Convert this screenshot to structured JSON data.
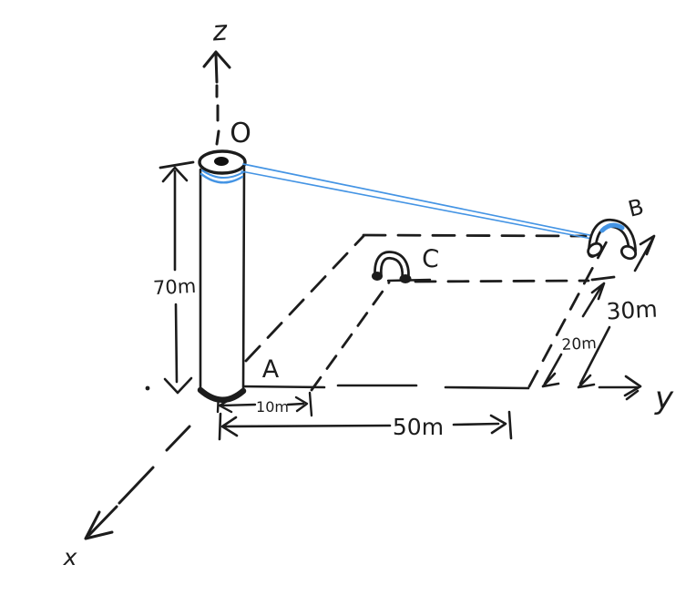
{
  "diagram": {
    "axes": {
      "z": "z",
      "y": "y",
      "x": "x"
    },
    "points": {
      "origin": "O",
      "a": "A",
      "b": "B",
      "c": "C"
    },
    "dimensions": {
      "pole_height": "70m",
      "base_offset": "10m",
      "y_distance": "50m",
      "c_distance": "20m",
      "b_distance": "30m"
    },
    "colors": {
      "ink": "#1c1c1c",
      "cable_blue": "#4494e4",
      "background": "#ffffff"
    }
  }
}
